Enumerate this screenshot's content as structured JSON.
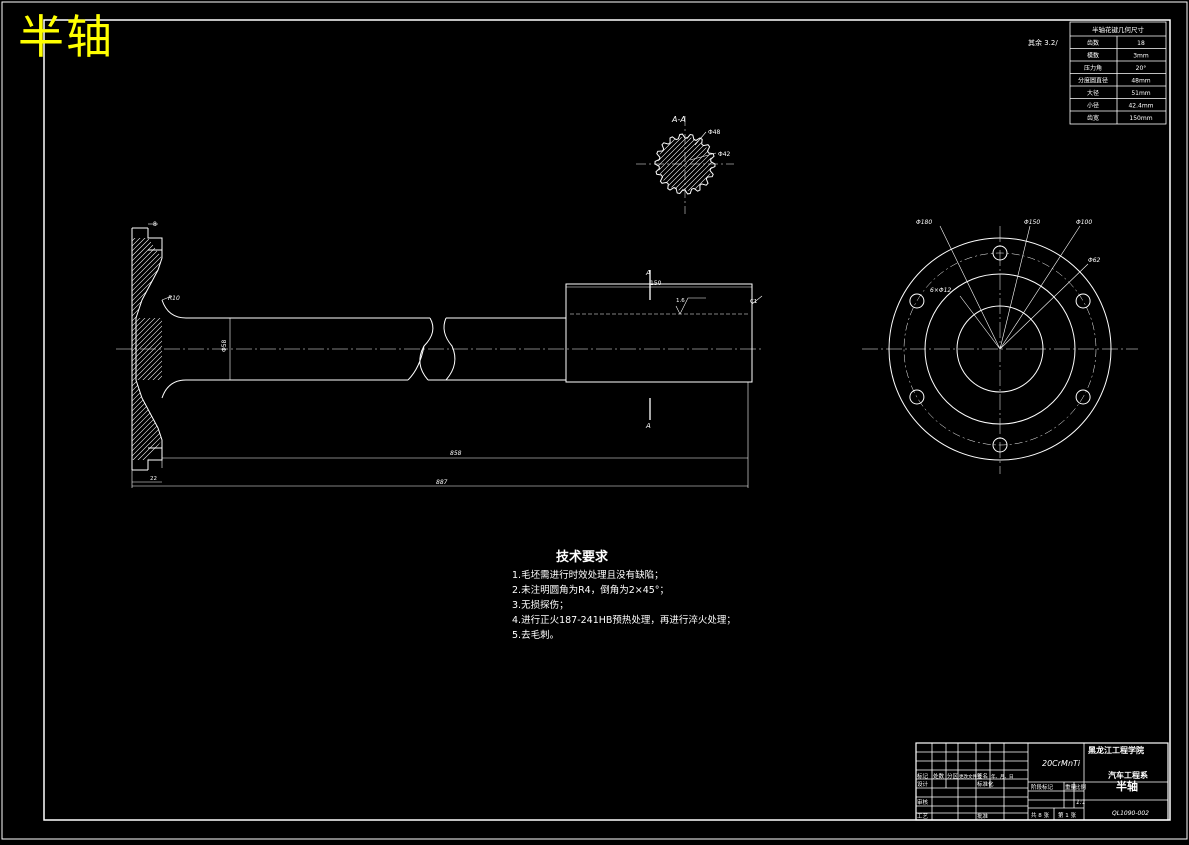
{
  "title": "半轴",
  "roughness_note": "其余 3.2/",
  "spline_table": {
    "header": "半轴花键几何尺寸",
    "rows": [
      [
        "齿数",
        "18"
      ],
      [
        "模数",
        "3mm"
      ],
      [
        "压力角",
        "20°"
      ],
      [
        "分度圆直径",
        "48mm"
      ],
      [
        "大径",
        "51mm"
      ],
      [
        "小径",
        "42.4mm"
      ],
      [
        "齿宽",
        "150mm"
      ]
    ]
  },
  "section": {
    "label": "A-A",
    "dim1": "Φ48",
    "dim2": "Φ42"
  },
  "shaft_dims": {
    "flange_thk": "8",
    "fillet": "R10",
    "shaft_dia": "Φ58",
    "spline_len": "150",
    "chamfer": "1.6",
    "end_chamfer": "C1",
    "inner_len": "858",
    "total_len": "887",
    "flange_offset": "22",
    "section_mark": "A"
  },
  "flange_dims": {
    "d1": "Φ180",
    "d2": "Φ150",
    "d3": "Φ100",
    "d4": "Φ62",
    "holes": "6×Φ12"
  },
  "tech_req": {
    "title": "技术要求",
    "items": [
      "1.毛坯需进行时效处理且没有缺陷；",
      "2.未注明圆角为R4，倒角为2×45°；",
      "3.无损探伤；",
      "4.进行正火187-241HB预热处理，再进行淬火处理；",
      "5.去毛刺。"
    ]
  },
  "title_block": {
    "material": "20CrMnTi",
    "school": "黑龙江工程学院",
    "dept": "汽车工程系",
    "part_name": "半轴",
    "drawing_no": "QL1090-002",
    "scale": "1:1",
    "sheets_total": "共 8 张",
    "sheet_no": "第 1 张",
    "labels": {
      "mark": "标记",
      "count": "处数",
      "zone": "分区",
      "change_doc": "更改文件号",
      "sign": "签名",
      "date": "年、月、日",
      "design": "设计",
      "std": "标准化",
      "review": "审核",
      "process": "工艺",
      "approve": "批准",
      "stage_mark": "阶段标记",
      "weight": "重量",
      "ratio": "比例"
    }
  }
}
